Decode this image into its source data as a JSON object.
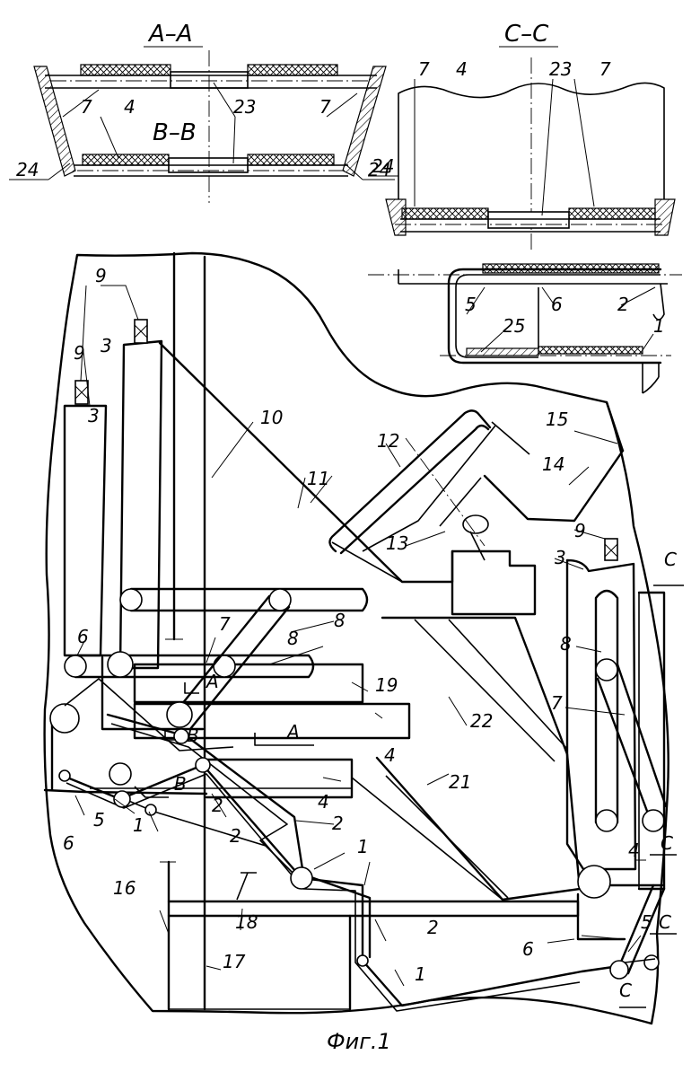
{
  "sections": {
    "aa": "A–A",
    "bb": "B–B",
    "cc": "C–C"
  },
  "caption": "Фиг.1",
  "aa_labels": {
    "7a": "7",
    "4": "4",
    "23": "23",
    "7b": "7",
    "24": "24"
  },
  "cc_labels": {
    "7a": "7",
    "4": "4",
    "23": "23",
    "7b": "7",
    "24": "24",
    "5": "5",
    "6": "6",
    "2": "2",
    "25": "25",
    "1": "1"
  },
  "main_labels": {
    "9a": "9",
    "9b": "9",
    "9c": "9",
    "3a": "3",
    "3b": "3",
    "3c": "3",
    "10": "10",
    "11": "11",
    "12": "12",
    "13": "13",
    "14": "14",
    "15": "15",
    "8a": "8",
    "8b": "8",
    "8c": "8",
    "7a": "7",
    "7b": "7",
    "6a": "6",
    "6b": "6",
    "6c": "6",
    "5a": "5",
    "5b": "5",
    "4a": "4",
    "4b": "4",
    "4c": "4",
    "2a": "2",
    "2b": "2",
    "2c": "2",
    "2d": "2",
    "1a": "1",
    "1b": "1",
    "1c": "1",
    "19": "19",
    "22": "22",
    "21": "21",
    "16": "16",
    "17": "17",
    "18": "18",
    "secA1": "A",
    "secA2": "A",
    "secB1": "B",
    "secB2": "B",
    "secC1": "C",
    "secC2": "C",
    "secC3": "C",
    "secC4": "C"
  }
}
